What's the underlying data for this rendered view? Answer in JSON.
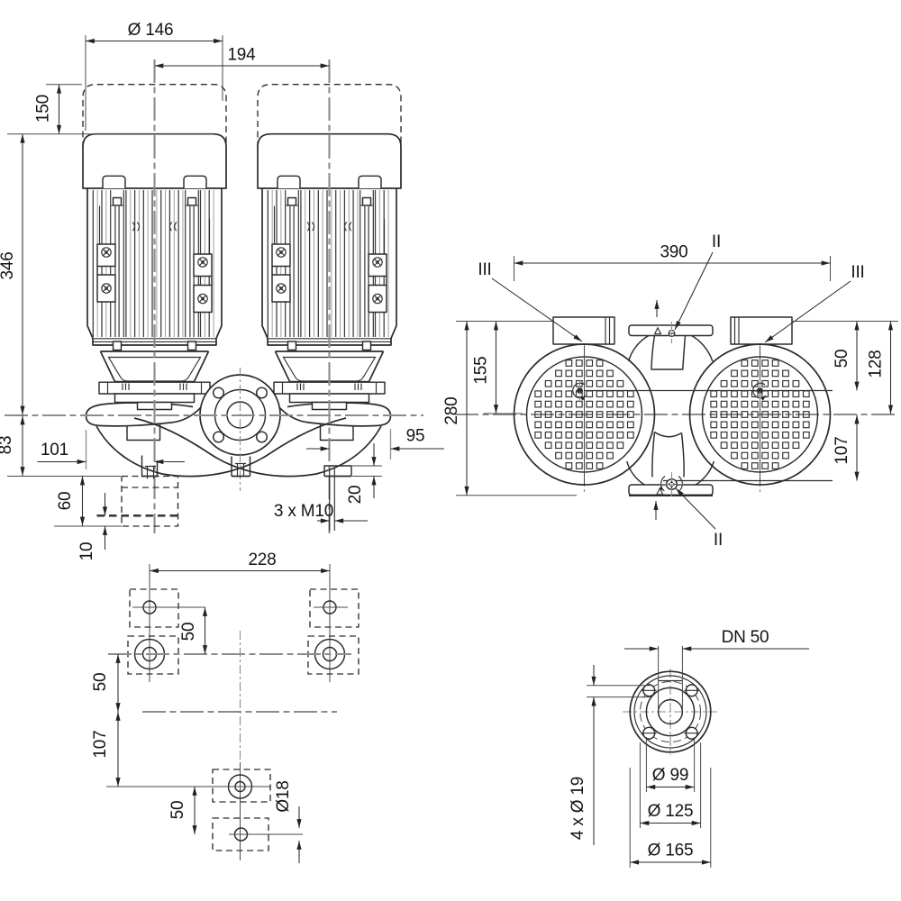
{
  "drawing": {
    "front_view": {
      "dims": {
        "dia146": "Ø 146",
        "l194": "194",
        "l150": "150",
        "l346": "346",
        "l83": "83",
        "l101": "101",
        "l95": "95",
        "l60": "60",
        "l10": "10",
        "l20": "20",
        "bolts": "3 x M10"
      }
    },
    "top_view": {
      "dims": {
        "l390": "390",
        "l280": "280",
        "l155": "155",
        "l50": "50",
        "l128": "128",
        "l107": "107"
      },
      "labels": {
        "section2": "II",
        "section3": "III"
      }
    },
    "plan_view": {
      "dims": {
        "l228": "228",
        "l50": "50",
        "l107": "107",
        "dia18": "Ø18"
      }
    },
    "flange_view": {
      "dims": {
        "dn": "DN 50",
        "bolt_holes": "4 x Ø 19",
        "dia99": "Ø 99",
        "dia125": "Ø 125",
        "dia165": "Ø 165"
      }
    }
  }
}
